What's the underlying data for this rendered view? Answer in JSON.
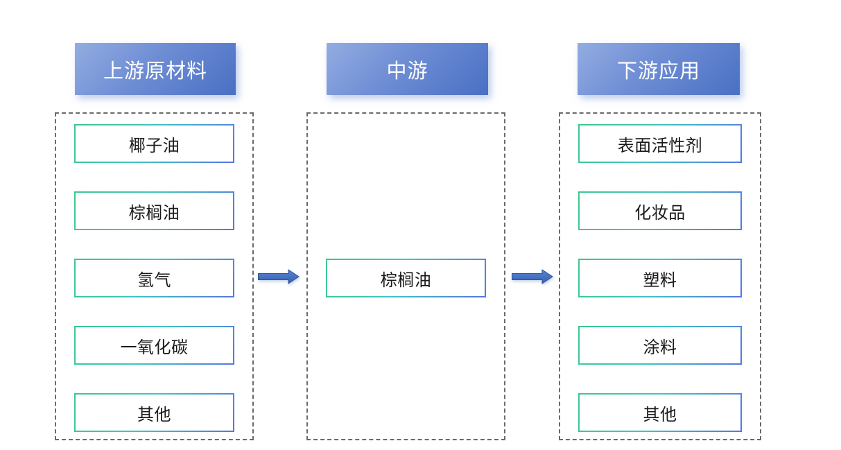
{
  "diagram": {
    "title": "industry-chain",
    "columns": [
      {
        "header": "上游原材料",
        "items": [
          "椰子油",
          "棕榈油",
          "氢气",
          "一氧化碳",
          "其他"
        ]
      },
      {
        "header": "中游",
        "items": [
          "棕榈油"
        ]
      },
      {
        "header": "下游应用",
        "items": [
          "表面活性剂",
          "化妆品",
          "塑料",
          "涂料",
          "其他"
        ]
      }
    ],
    "arrows": [
      {
        "name": "upstream-to-midstream",
        "direction": "right"
      },
      {
        "name": "midstream-to-downstream",
        "direction": "right"
      }
    ],
    "colors": {
      "background": "#FFFFFF",
      "header_gradient_start": "#93ACE1",
      "header_gradient_end": "#4A70C4",
      "header_text": "#FFFFFF",
      "item_border_green": "#3EC78E",
      "item_border_teal": "#3FC6C0",
      "item_border_blue": "#5577E0",
      "item_text": "#1A1A1A",
      "container_dashed_border": "#6A6A6A",
      "arrow_fill_light": "#5583D6",
      "arrow_fill_dark": "#3A62AD",
      "arrow_stroke": "#2F5597"
    }
  }
}
